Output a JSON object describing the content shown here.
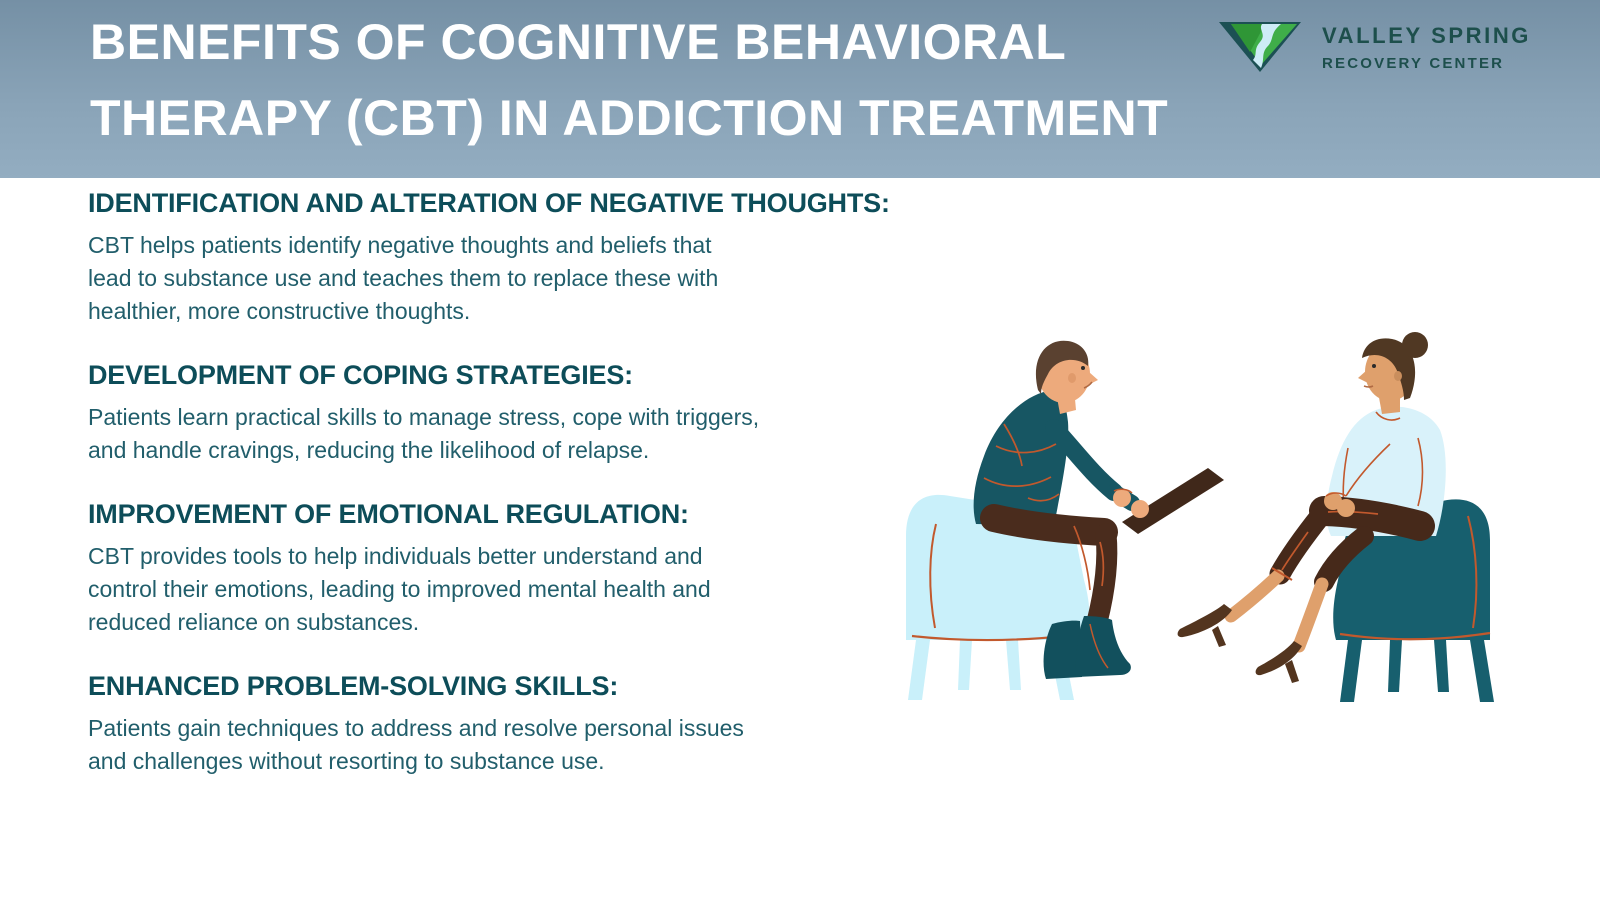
{
  "header": {
    "title_line1": "BENEFITS OF COGNITIVE BEHAVIORAL",
    "title_line2": "THERAPY (CBT) IN ADDICTION TREATMENT",
    "logo": {
      "name": "VALLEY SPRING",
      "subtitle": "RECOVERY CENTER",
      "icon": "valley-spring-triangle-river-icon"
    },
    "colors": {
      "gradient_top": "#7590a5",
      "gradient_bottom": "#93adc1",
      "title_text": "#ffffff",
      "logo_text": "#1d4f4c",
      "logo_green": "#3fae49",
      "logo_dark_teal": "#1c5054",
      "logo_river_blue": "#cdecf6"
    }
  },
  "sections": [
    {
      "heading": "IDENTIFICATION AND ALTERATION OF NEGATIVE THOUGHTS:",
      "lines": [
        "CBT helps patients identify negative thoughts and beliefs that",
        "lead to substance use and teaches them to replace these with",
        "healthier, more constructive thoughts."
      ]
    },
    {
      "heading": "DEVELOPMENT OF COPING STRATEGIES:",
      "lines": [
        "Patients learn practical skills to manage stress, cope with triggers,",
        "and handle cravings, reducing the likelihood of relapse."
      ]
    },
    {
      "heading": "IMPROVEMENT OF EMOTIONAL REGULATION:",
      "lines": [
        "CBT provides tools to help individuals better understand and",
        "control their emotions, leading to improved mental health and",
        "reduced reliance on substances."
      ]
    },
    {
      "heading": "ENHANCED PROBLEM-SOLVING SKILLS:",
      "lines": [
        "Patients gain techniques to address and resolve personal issues",
        "and challenges without resorting to substance use."
      ]
    }
  ],
  "text_colors": {
    "section_heading": "#0d4d59",
    "section_body": "#215e6b"
  },
  "illustration": {
    "name": "therapy-session-illustration",
    "description": "Therapist holding a clipboard in a light blue armchair facing a woman seated with crossed legs in a dark teal armchair",
    "colors": {
      "light_chair": "#c9f0fa",
      "dark_chair": "#175f6e",
      "accent_orange": "#c2592d",
      "sweater_teal": "#175663",
      "pants_brown": "#4a2c1d",
      "boots_teal": "#12505d",
      "skin_man": "#edaa7c",
      "skin_woman": "#dfa06c",
      "hair_brown": "#5a4130",
      "shirt_light_blue": "#d9f2fa",
      "clipboard_brown": "#40281a",
      "heels_brown": "#53351f"
    }
  }
}
